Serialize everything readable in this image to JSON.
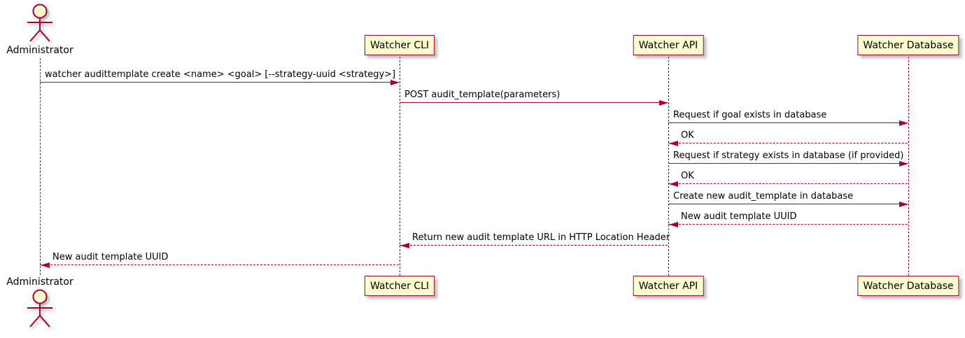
{
  "diagram": {
    "type": "sequence",
    "tool_style": "plantuml"
  },
  "colors": {
    "accent": "#A80036",
    "participant_fill": "#FEFECE",
    "text": "#000000",
    "background": "#FFFFFF"
  },
  "participants": [
    {
      "id": "administrator",
      "label": "Administrator",
      "kind": "actor"
    },
    {
      "id": "cli",
      "label": "Watcher CLI",
      "kind": "participant"
    },
    {
      "id": "api",
      "label": "Watcher API",
      "kind": "participant"
    },
    {
      "id": "db",
      "label": "Watcher Database",
      "kind": "participant"
    }
  ],
  "messages": [
    {
      "from": "administrator",
      "to": "cli",
      "style": "solid",
      "text": "watcher audittemplate create <name> <goal> [--strategy-uuid <strategy>]"
    },
    {
      "from": "cli",
      "to": "api",
      "style": "solid",
      "text": "POST audit_template(parameters)"
    },
    {
      "from": "api",
      "to": "db",
      "style": "solid",
      "text": "Request if goal exists in database"
    },
    {
      "from": "db",
      "to": "api",
      "style": "dashed",
      "text": "OK"
    },
    {
      "from": "api",
      "to": "db",
      "style": "solid",
      "text": "Request if strategy exists in database (if provided)"
    },
    {
      "from": "db",
      "to": "api",
      "style": "dashed",
      "text": "OK"
    },
    {
      "from": "api",
      "to": "db",
      "style": "solid",
      "text": "Create new audit_template in database"
    },
    {
      "from": "db",
      "to": "api",
      "style": "dashed",
      "text": "New audit template UUID"
    },
    {
      "from": "api",
      "to": "cli",
      "style": "dashed",
      "text": "Return new audit template URL in HTTP Location Header"
    },
    {
      "from": "cli",
      "to": "administrator",
      "style": "dashed",
      "text": "New audit template UUID"
    }
  ]
}
